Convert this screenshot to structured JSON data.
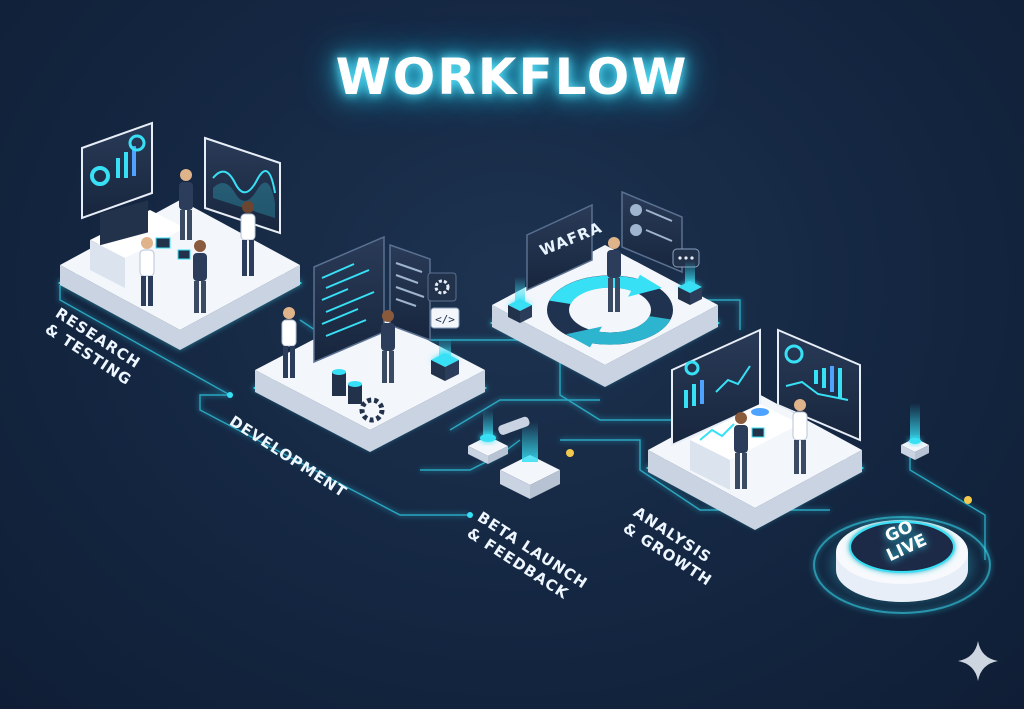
{
  "title": "WORKFLOW",
  "stages": [
    {
      "lines": [
        "RESEARCH",
        "& TESTING"
      ]
    },
    {
      "lines": [
        "DEVELOPMENT"
      ]
    },
    {
      "lines": [
        "BETA LAUNCH",
        "& FEEDBACK"
      ]
    },
    {
      "lines": [
        "ANALYSIS",
        "& GROWTH"
      ]
    }
  ],
  "screen_text": "WAFRA",
  "goal_button": {
    "lines": [
      "GO",
      "LIVE"
    ]
  },
  "colors": {
    "background": "#142641",
    "accent": "#38e0f5",
    "platform_top": "#f3f6fb",
    "platform_side": "#c9d3e2",
    "panel": "#22324b",
    "suit": "#2b3d5a"
  },
  "icons": [
    "sparkle-icon",
    "gear-icon",
    "code-icon",
    "refresh-cycle-icon",
    "chat-bubble-icon"
  ]
}
